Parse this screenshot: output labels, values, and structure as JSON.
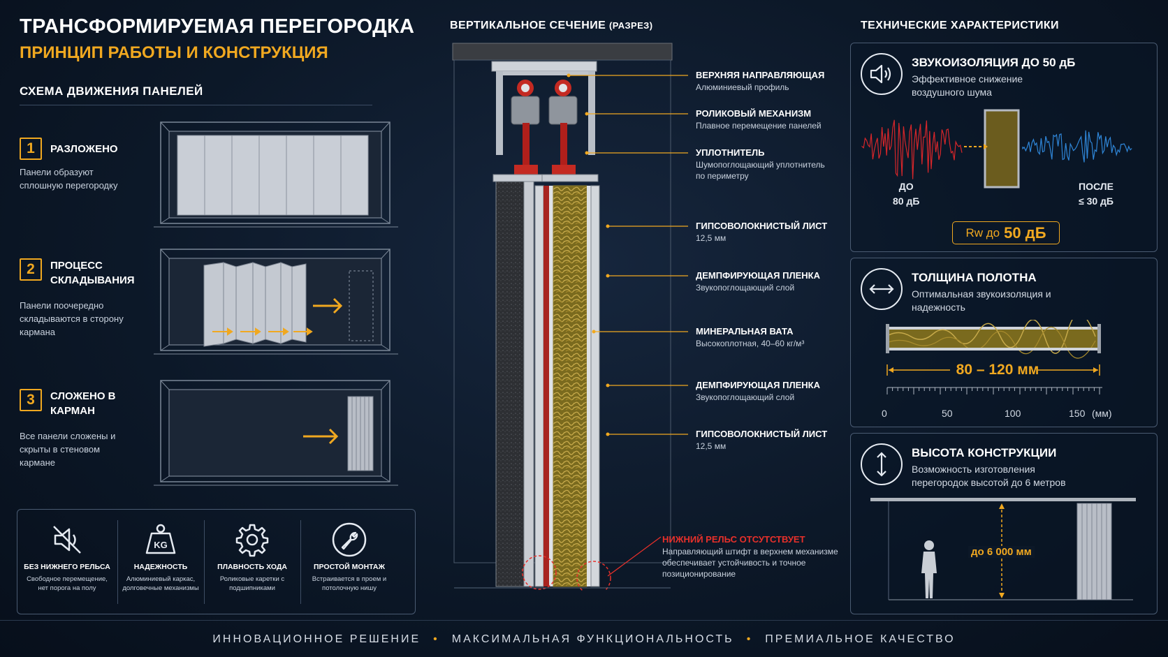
{
  "header": {
    "title": "ТРАНСФОРМИРУЕМАЯ ПЕРЕГОРОДКА",
    "subtitle": "ПРИНЦИП РАБОТЫ И КОНСТРУКЦИЯ"
  },
  "scheme": {
    "title": "СХЕМА ДВИЖЕНИЯ ПАНЕЛЕЙ",
    "steps": [
      {
        "num": "1",
        "title": "РАЗЛОЖЕНО",
        "desc": "Панели образуют сплошную перегородку"
      },
      {
        "num": "2",
        "title": "ПРОЦЕСС СКЛАДЫВАНИЯ",
        "desc": "Панели поочередно складываются в сторону кармана"
      },
      {
        "num": "3",
        "title": "СЛОЖЕНО В КАРМАН",
        "desc": "Все панели сложены и скрыты в стеновом кармане"
      }
    ]
  },
  "features": [
    {
      "icon": "no-sound-icon",
      "title": "БЕЗ НИЖНЕГО РЕЛЬСА",
      "desc": "Свободное перемещение, нет порога на полу"
    },
    {
      "icon": "weight-kg-icon",
      "title": "НАДЕЖНОСТЬ",
      "desc": "Алюминиевый каркас, долговечные механизмы",
      "badge": "KG"
    },
    {
      "icon": "gear-icon",
      "title": "ПЛАВНОСТЬ ХОДА",
      "desc": "Роликовые каретки с подшипниками"
    },
    {
      "icon": "wrench-icon",
      "title": "ПРОСТОЙ МОНТАЖ",
      "desc": "Встраивается в проем и потолочную нишу"
    }
  ],
  "section": {
    "title": "ВЕРТИКАЛЬНОЕ СЕЧЕНИЕ",
    "title_suffix": "(РАЗРЕЗ)",
    "labels": [
      {
        "title": "ВЕРХНЯЯ НАПРАВЛЯЮЩАЯ",
        "sub": "Алюминиевый профиль"
      },
      {
        "title": "РОЛИКОВЫЙ МЕХАНИЗМ",
        "sub": "Плавное перемещение панелей"
      },
      {
        "title": "УПЛОТНИТЕЛЬ",
        "sub": "Шумопоглощающий уплотнитель по периметру"
      },
      {
        "title": "ГИПСОВОЛОКНИСТЫЙ ЛИСТ",
        "sub": "12,5 мм"
      },
      {
        "title": "ДЕМПФИРУЮЩАЯ ПЛЕНКА",
        "sub": "Звукопоглощающий слой"
      },
      {
        "title": "МИНЕРАЛЬНАЯ ВАТА",
        "sub": "Высокоплотная, 40–60 кг/м³"
      },
      {
        "title": "ДЕМПФИРУЮЩАЯ ПЛЕНКА",
        "sub": "Звукопоглощающий слой"
      },
      {
        "title": "ГИПСОВОЛОКНИСТЫЙ ЛИСТ",
        "sub": "12,5 мм"
      }
    ],
    "warning": {
      "title": "НИЖНИЙ РЕЛЬС ОТСУТСТВУЕТ",
      "desc": "Направляющий штифт в верхнем механизме обеспечивает устойчивость и точное позиционирование"
    }
  },
  "specs": {
    "title": "ТЕХНИЧЕСКИЕ ХАРАКТЕРИСТИКИ",
    "sound": {
      "title": "ЗВУКОИЗОЛЯЦИЯ ДО 50 дБ",
      "desc": "Эффективное снижение воздушного шума",
      "before_label": "ДО",
      "before_value": "80 дБ",
      "after_label": "ПОСЛЕ",
      "after_value": "≤ 30 дБ",
      "rating_prefix": "Rw до",
      "rating_value": "50 дБ"
    },
    "thickness": {
      "title": "ТОЛЩИНА ПОЛОТНА",
      "desc": "Оптимальная звукоизоляция и надежность",
      "range": "80 – 120 мм",
      "ticks": [
        "0",
        "50",
        "100",
        "150",
        "(мм)"
      ]
    },
    "height": {
      "title": "ВЫСОТА КОНСТРУКЦИИ",
      "desc": "Возможность изготовления перегородок высотой до 6 метров",
      "value": "до 6 000 мм"
    }
  },
  "footer": {
    "items": [
      "ИННОВАЦИОННОЕ РЕШЕНИЕ",
      "МАКСИМАЛЬНАЯ ФУНКЦИОНАЛЬНОСТЬ",
      "ПРЕМИАЛЬНОЕ КАЧЕСТВО"
    ]
  },
  "colors": {
    "accent": "#f0a820",
    "warning": "#e8302a",
    "sound_before": "#d6262a",
    "sound_after": "#2f86d8"
  }
}
